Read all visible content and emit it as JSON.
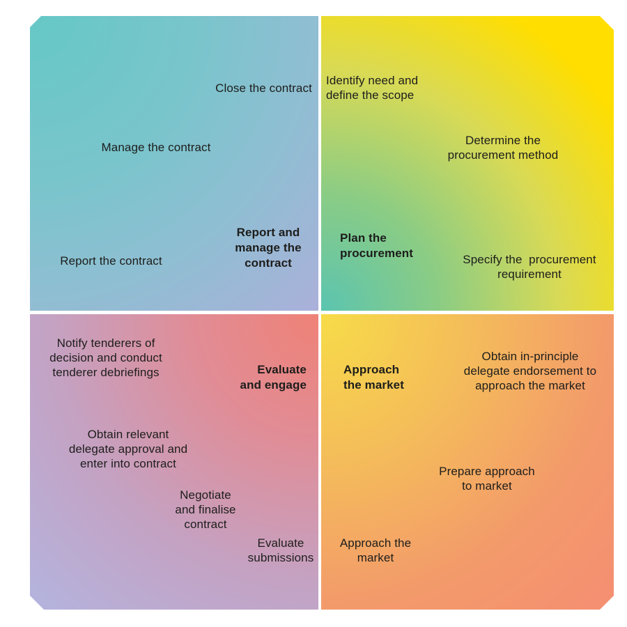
{
  "page": {
    "background": "#FFFFFF",
    "text_color": "#1D1D1B"
  },
  "quadrants": {
    "report_manage": {
      "heading": "Report and\nmanage the\ncontract",
      "items": {
        "close_contract": "Close the contract",
        "manage_contract": "Manage the contract",
        "report_contract": "Report the contract"
      },
      "gradient_origin": "0% 0%",
      "gradient_stops": [
        "#65C8C6 0%",
        "#79C5CC 40%",
        "#8FBED2 68%",
        "#ABB0DA 100%"
      ]
    },
    "plan_procurement": {
      "heading": "Plan the\nprocurement",
      "items": {
        "identify_need": "Identify need and\ndefine the scope",
        "determine_method": "Determine the\nprocurement method",
        "specify_requirement": "Specify the  procurement\nrequirement"
      },
      "gradient_origin": "0% 100%",
      "gradient_stops": [
        "#5BC4B0 0%",
        "#8ACC85 28%",
        "#D9DA55 58%",
        "#FFDE00 85%"
      ]
    },
    "evaluate_engage": {
      "heading": "Evaluate\nand engage",
      "items": {
        "notify_tenderers": "Notify tenderers of\ndecision and conduct\ntenderer debriefings",
        "delegate_approval": "Obtain relevant\ndelegate approval and\nenter into contract",
        "negotiate_finalise": "Negotiate\nand finalise\ncontract",
        "evaluate_submissions": "Evaluate\nsubmissions"
      },
      "gradient_origin": "100% 0%",
      "gradient_stops": [
        "#EF8277 0%",
        "#E18C95 30%",
        "#C4A2C3 65%",
        "#B3B4DF 100%"
      ]
    },
    "approach_market": {
      "heading": "Approach\nthe market",
      "items": {
        "obtain_endorsement": "Obtain in-principle\ndelegate endorsement to\napproach the market",
        "prepare_approach": "Prepare approach\nto market",
        "approach_the_market": "Approach the\nmarket"
      },
      "gradient_origin": "0% 0%",
      "gradient_stops": [
        "#F7DC48 0%",
        "#F4B85C 40%",
        "#F39A6B 70%",
        "#F58E72 100%"
      ]
    }
  }
}
